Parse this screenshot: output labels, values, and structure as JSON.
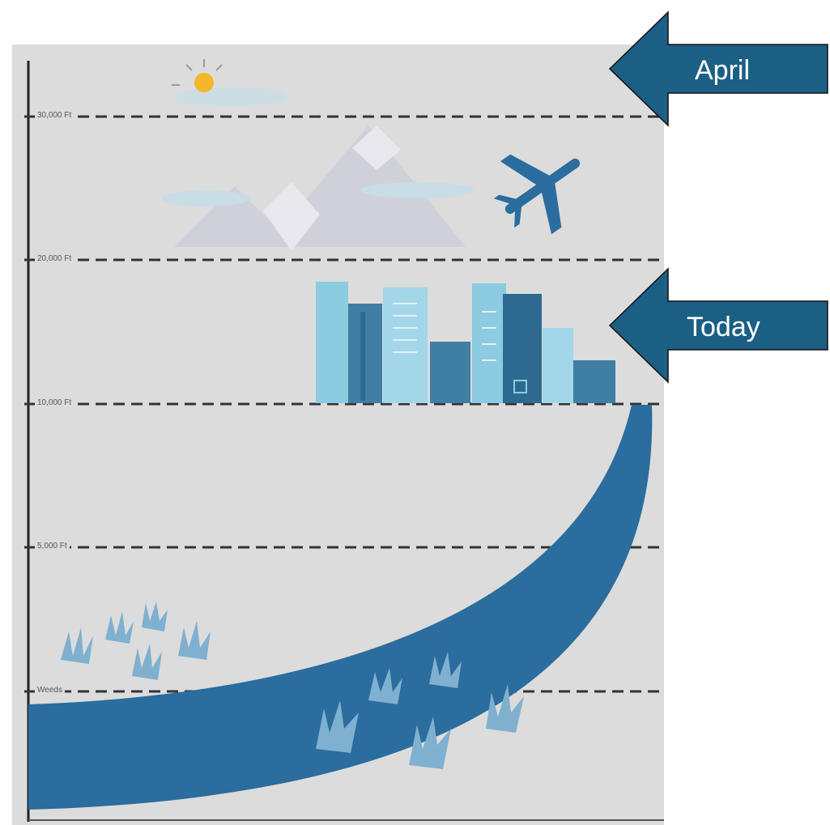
{
  "levels": [
    {
      "label": "30,000 Ft"
    },
    {
      "label": "20,000 Ft"
    },
    {
      "label": "10,000 Ft"
    },
    {
      "label": "5,000 Ft"
    },
    {
      "label": "Weeds"
    }
  ],
  "callouts": {
    "april": "April",
    "today": "Today"
  },
  "colors": {
    "background": "#dcdcdc",
    "arrow": "#1c5f85",
    "curve": "#2a6d9e",
    "buildings_light": "#8ccbe0",
    "buildings_dark": "#3f7fa3",
    "plane": "#2a6d9e",
    "sun": "#f5b72a"
  },
  "icons": [
    "sun-icon",
    "cloud-icon",
    "mountain-icon",
    "airplane-icon",
    "city-buildings-icon",
    "grass-icon"
  ]
}
